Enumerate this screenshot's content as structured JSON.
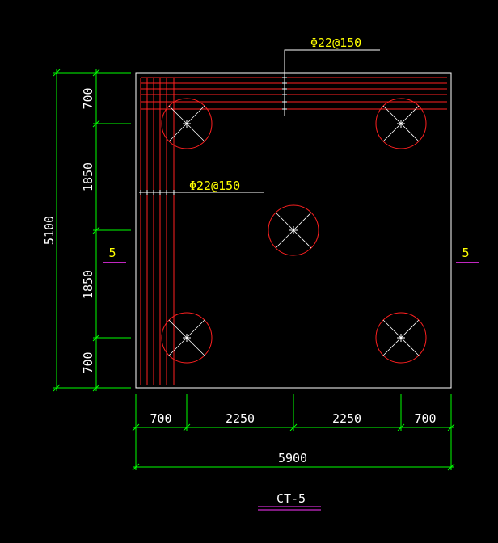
{
  "colors": {
    "background": "#000000",
    "outline": "#ffffff",
    "rebar": "#ff2020",
    "pile": "#ff2020",
    "dimension": "#00ff00",
    "label_text": "#ffff00",
    "section_mark": "#ff33ff",
    "dim_text": "#ffffff"
  },
  "rebar_top_label": "Φ22@150",
  "rebar_left_label": "Φ22@150",
  "dims": {
    "left_total": "5100",
    "left_segments": [
      "700",
      "1850",
      "1850",
      "700"
    ],
    "bottom_segments": [
      "700",
      "2250",
      "2250",
      "700"
    ],
    "bottom_total": "5900"
  },
  "section_left": "5",
  "section_right": "5",
  "title": "CT-5"
}
